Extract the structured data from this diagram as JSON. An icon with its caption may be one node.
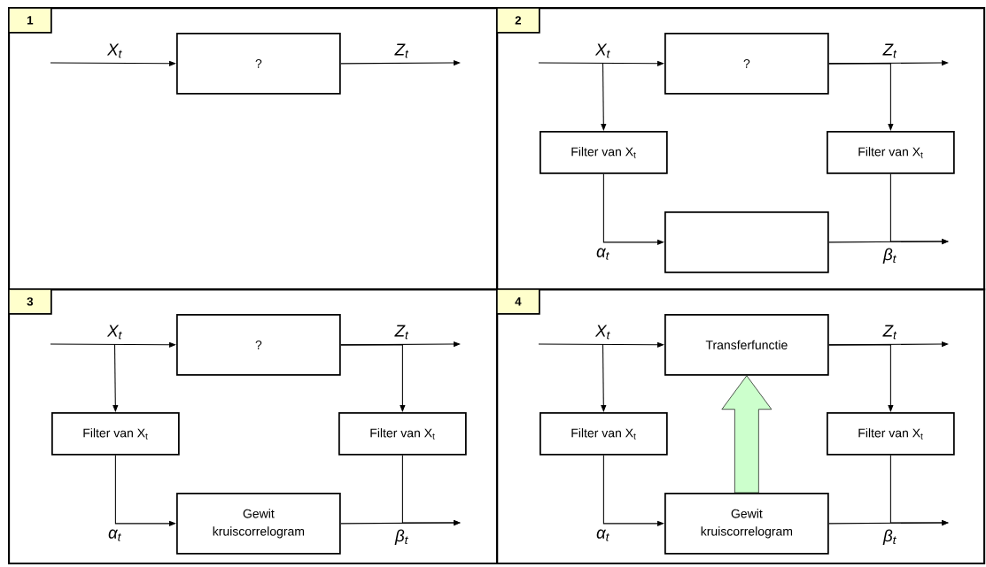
{
  "diagram": {
    "nodes": [
      {
        "text": [],
        "shape": "box"
      },
      {
        "text": [
          "1"
        ],
        "in": 0
      },
      {
        "text": [
          "?"
        ],
        "in": 0
      },
      {
        "text": [],
        "shape": "box"
      },
      {
        "text": [
          "2"
        ],
        "in": 3
      },
      {
        "text": [
          "?"
        ],
        "in": 3
      },
      {
        "text": [
          "Filter van X$_{t}$"
        ],
        "in": 3
      },
      {
        "text": [
          "Filter van X$_{t}$"
        ],
        "in": 3
      },
      {
        "text": [],
        "shape": "box",
        "in": 3
      },
      {
        "text": [],
        "shape": "box"
      },
      {
        "text": [
          "3"
        ],
        "in": 9
      },
      {
        "text": [
          "?"
        ],
        "in": 9
      },
      {
        "text": [
          "Filter van X$_{t}$"
        ],
        "in": 9
      },
      {
        "text": [
          "Filter van X$_{t}$"
        ],
        "in": 9
      },
      {
        "text": [
          "Gewit kruiscorrelogram"
        ],
        "in": 9
      },
      {
        "text": [],
        "shape": "box"
      },
      {
        "text": [
          "4"
        ],
        "in": 15
      },
      {
        "text": [
          "Transferfunctie"
        ],
        "in": 15
      },
      {
        "text": [
          "Filter van X$_{t}$"
        ],
        "in": 15
      },
      {
        "text": [
          "Filter van X$_{t}$"
        ],
        "in": 15
      },
      {
        "text": [
          "Gewit kruiscorrelogram"
        ],
        "in": 15
      }
    ],
    "edges": [
      {
        "from": null,
        "to": 2,
        "arrow": "to",
        "label": "X$_{t}$"
      },
      {
        "from": 2,
        "to": null,
        "arrow": "to",
        "label": "Z$_{t}$"
      },
      {
        "from": null,
        "to": 5,
        "arrow": "to",
        "label": "X$_{t}$"
      },
      {
        "from": null,
        "to": 6,
        "arrow": "to"
      },
      {
        "from": 5,
        "to": null,
        "arrow": "to",
        "label": "Z$_{t}$"
      },
      {
        "from": 5,
        "to": 7,
        "arrow": "to"
      },
      {
        "from": 6,
        "to": 8,
        "arrow": "to",
        "label": "α$_{t}$"
      },
      {
        "from": 8,
        "to": null,
        "arrow": "to",
        "label": "β$_{t}$"
      },
      {
        "from": 7,
        "to": null,
        "arrow": "to"
      },
      {
        "from": null,
        "to": 11,
        "arrow": "to",
        "label": "X$_{t}$"
      },
      {
        "from": null,
        "to": 12,
        "arrow": "to"
      },
      {
        "from": 11,
        "to": null,
        "arrow": "to",
        "label": "Z$_{t}$"
      },
      {
        "from": 11,
        "to": 13,
        "arrow": "to"
      },
      {
        "from": 12,
        "to": 14,
        "arrow": "to",
        "label": "α$_{t}$"
      },
      {
        "from": 14,
        "to": null,
        "arrow": "to",
        "label": "β$_{t}$"
      },
      {
        "from": 13,
        "to": null,
        "arrow": "to"
      },
      {
        "from": null,
        "to": 17,
        "arrow": "to",
        "label": "X$_{t}$"
      },
      {
        "from": null,
        "to": 18,
        "arrow": "to"
      },
      {
        "from": 17,
        "to": null,
        "arrow": "to",
        "label": "Z$_{t}$"
      },
      {
        "from": 17,
        "to": 19,
        "arrow": "to"
      },
      {
        "from": 18,
        "to": 20,
        "arrow": "to",
        "label": "α$_{t}$"
      },
      {
        "from": 20,
        "to": null,
        "arrow": "to",
        "label": "β$_{t}$"
      },
      {
        "from": 19,
        "to": null,
        "arrow": "to"
      },
      {
        "from": 20,
        "to": 17,
        "arrow": "to",
        "style": "thick",
        "color": "#ccffcc"
      }
    ]
  }
}
